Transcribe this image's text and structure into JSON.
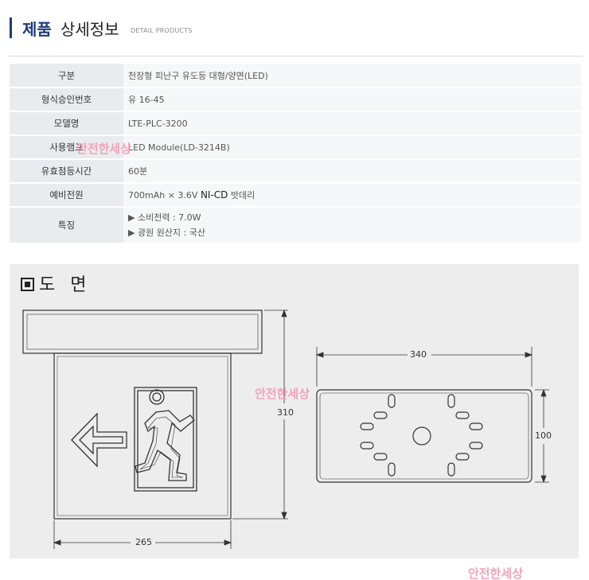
{
  "header": {
    "title_bold": "제품",
    "title_rest": "상세정보",
    "subtitle": "DETAIL PRODUCTS"
  },
  "specs": [
    {
      "label": "구분",
      "value": "천장형 피난구 유도등 대형/양면(LED)"
    },
    {
      "label": "형식승인번호",
      "value": "유 16-45"
    },
    {
      "label": "모델명",
      "value": "LTE-PLC-3200"
    },
    {
      "label": "사용램프",
      "value": "LED Module(LD-3214B)"
    },
    {
      "label": "유효점등시간",
      "value": "60분"
    },
    {
      "label": "예비전원",
      "value_pre": "700mAh × 3.6V ",
      "value_em": "NI-CD",
      "value_post": " 밧데리"
    },
    {
      "label": "특징",
      "lines": [
        "▶ 소비전력 : 7.0W",
        "▶ 광원 원산지 : 국산"
      ]
    }
  ],
  "drawing": {
    "title": "도 면",
    "dims": {
      "front_height": "310",
      "front_width": "265",
      "top_width": "340",
      "top_depth": "100"
    }
  },
  "watermarks": [
    "안전한세상",
    "안전한세상",
    "안전한세상"
  ]
}
